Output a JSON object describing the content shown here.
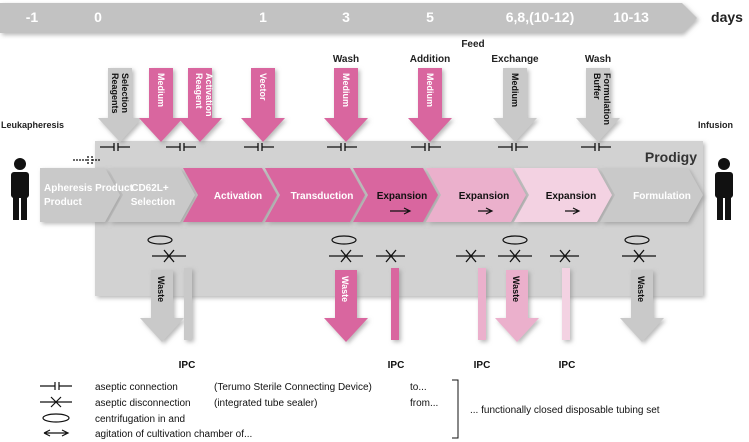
{
  "timeline": {
    "days": [
      "-1",
      "0",
      "1",
      "3",
      "5",
      "6,8,(10-12)",
      "10-13"
    ],
    "unit_label": "days"
  },
  "above_labels": {
    "wash": "Wash",
    "addition": "Addition",
    "feed": "Feed",
    "exchange": "Exchange",
    "wash2": "Wash"
  },
  "inputs": [
    "Selection Reagents",
    "Medium",
    "Activation Reagent",
    "Vector",
    "Medium",
    "Medium",
    "Medium",
    "Formulation Buffer"
  ],
  "side_labels": {
    "leukapheresis": "Leukapheresis",
    "infusion": "Infusion",
    "device": "Prodigy"
  },
  "stages": [
    "Apheresis Product",
    "CD62L+ Selection",
    "Activation",
    "Transduction",
    "Expansion",
    "Expansion",
    "Expansion",
    "Formulation"
  ],
  "outputs": {
    "waste": "Waste",
    "ipc": "IPC"
  },
  "legend": {
    "items": [
      {
        "label": "aseptic connection",
        "note": "(Terumo Sterile Connecting Device)",
        "suffix": "to..."
      },
      {
        "label": "aseptic disconnection",
        "note": "(integrated tube sealer)",
        "suffix": "from..."
      },
      {
        "label": "centrifugation in and",
        "note": "",
        "suffix": ""
      },
      {
        "label": "agitation of cultivation chamber of...",
        "note": "",
        "suffix": ""
      }
    ],
    "summary": "... functionally closed disposable tubing set"
  },
  "colors": {
    "pink": "#d9669f",
    "pink_light": "#ebb0cc",
    "pink_pale": "#f3d2e2",
    "gray": "#c9c9c9",
    "panel": "#cfcfcf"
  }
}
